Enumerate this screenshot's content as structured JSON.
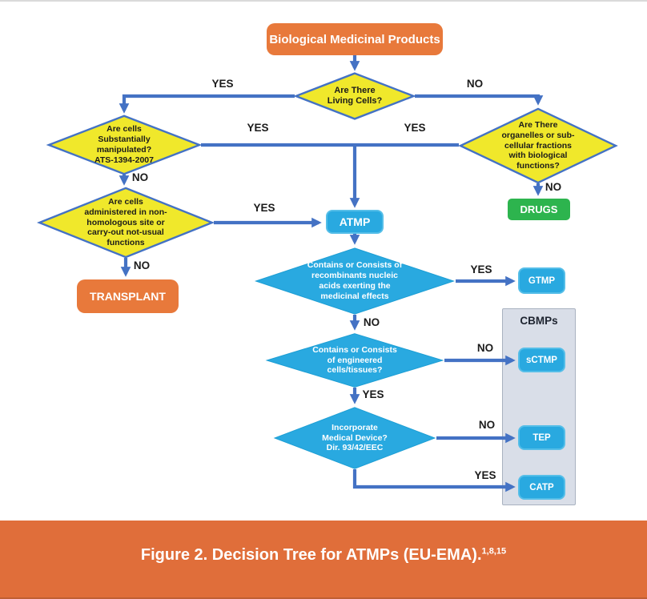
{
  "colors": {
    "orange": "#E8793B",
    "band-orange": "#E06E3A",
    "band-edge": "#C05F33",
    "yellow": "#F0E82B",
    "diamond-border": "#4472C4",
    "arrow": "#4472C4",
    "cyan": "#29A9E0",
    "cyan-edge": "#55BEE8",
    "green": "#2DB44E",
    "panel-bg": "#D9DEE8",
    "panel-border": "#A9B2C0",
    "label-dark": "#1C1C1C"
  },
  "nodes": {
    "start": {
      "label": "Biological Medicinal Products"
    },
    "living_cells": {
      "text": "Are There\nLiving Cells?"
    },
    "substantially_manipulated": {
      "text": "Are cells\nSubstantially\nmanipulated?\nATS-1394-2007"
    },
    "organelles": {
      "text": "Are There\norganelles or sub-\ncellular fractions\nwith biological\nfunctions?"
    },
    "non_homologous": {
      "text": "Are cells\nadministered in non-\nhomologous site or\ncarry-out not-usual\nfunctions"
    },
    "transplant": {
      "label": "TRANSPLANT"
    },
    "drugs": {
      "label": "DRUGS"
    },
    "atmp": {
      "label": "ATMP"
    },
    "recombinant_nucleic": {
      "text": "Contains or Consists of\nrecombinants nucleic\nacids  exerting the\nmedicinal effects"
    },
    "gtmp": {
      "label": "GTMP"
    },
    "engineered_cells": {
      "text": "Contains or Consists\nof engineered\ncells/tissues?"
    },
    "sctmp": {
      "label": "sCTMP"
    },
    "medical_device": {
      "text": "Incorporate\nMedical Device?\nDir. 93/42/EEC"
    },
    "tep": {
      "label": "TEP"
    },
    "catp": {
      "label": "CATP"
    }
  },
  "panel": {
    "title": "CBMPs"
  },
  "edge_labels": {
    "living_yes": "YES",
    "living_no": "NO",
    "manipulated_yes": "YES",
    "organelles_yes": "YES",
    "manipulated_no": "NO",
    "organelles_no": "NO",
    "non_homologous_yes": "YES",
    "non_homologous_no": "NO",
    "recombinant_yes": "YES",
    "recombinant_no": "NO",
    "engineered_no": "NO",
    "engineered_yes": "YES",
    "device_no": "NO",
    "device_yes": "YES"
  },
  "caption": {
    "text": "Figure 2. Decision Tree for ATMPs (EU-EMA).",
    "refs": "1,8,15"
  }
}
